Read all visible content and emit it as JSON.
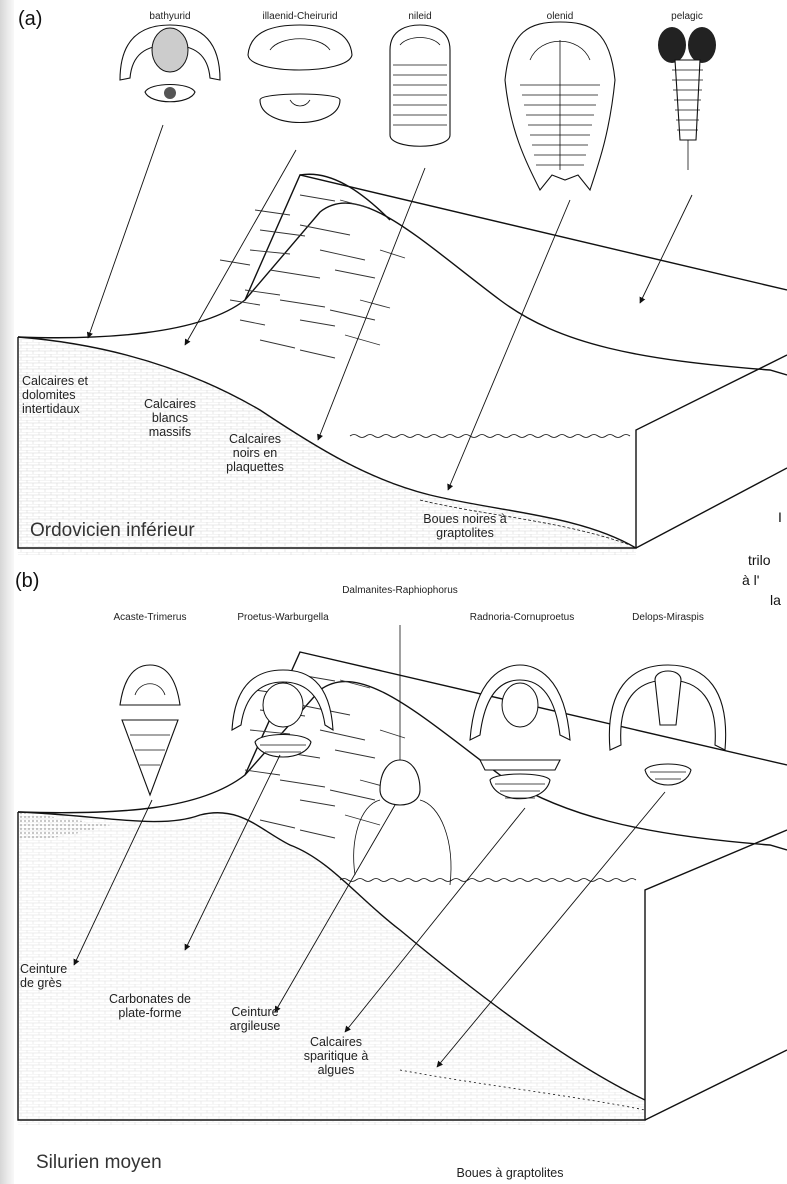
{
  "panel_a": {
    "label": "(a)",
    "period": "Ordovicien inférieur",
    "taxa": [
      "bathyurid",
      "illaenid-Cheirurid",
      "nileid",
      "olenid",
      "pelagic"
    ],
    "facies": [
      {
        "lines": [
          "Calcaires et",
          "dolomites",
          "intertidaux"
        ]
      },
      {
        "lines": [
          "Calcaires",
          "blancs",
          "massifs"
        ]
      },
      {
        "lines": [
          "Calcaires",
          "noirs en",
          "plaquettes"
        ]
      },
      {
        "lines": [
          "Boues noires à",
          "graptolites"
        ]
      }
    ]
  },
  "panel_b": {
    "label": "(b)",
    "period": "Silurien moyen",
    "taxa": [
      "Acaste-Trimerus",
      "Proetus-Warburgella",
      "Dalmanites-Raphiophorus",
      "Radnoria-Cornuproetus",
      "Delops-Miraspis"
    ],
    "facies": [
      {
        "lines": [
          "Ceinture",
          "de grès"
        ]
      },
      {
        "lines": [
          "Carbonates de",
          "plate-forme"
        ]
      },
      {
        "lines": [
          "Ceinture",
          "argileuse"
        ]
      },
      {
        "lines": [
          "Calcaires",
          "sparitique à",
          "algues"
        ]
      },
      {
        "lines": [
          "Boues à graptolites"
        ]
      }
    ]
  },
  "cut_off_text": [
    "I",
    "trilo",
    "à l'",
    "la"
  ]
}
